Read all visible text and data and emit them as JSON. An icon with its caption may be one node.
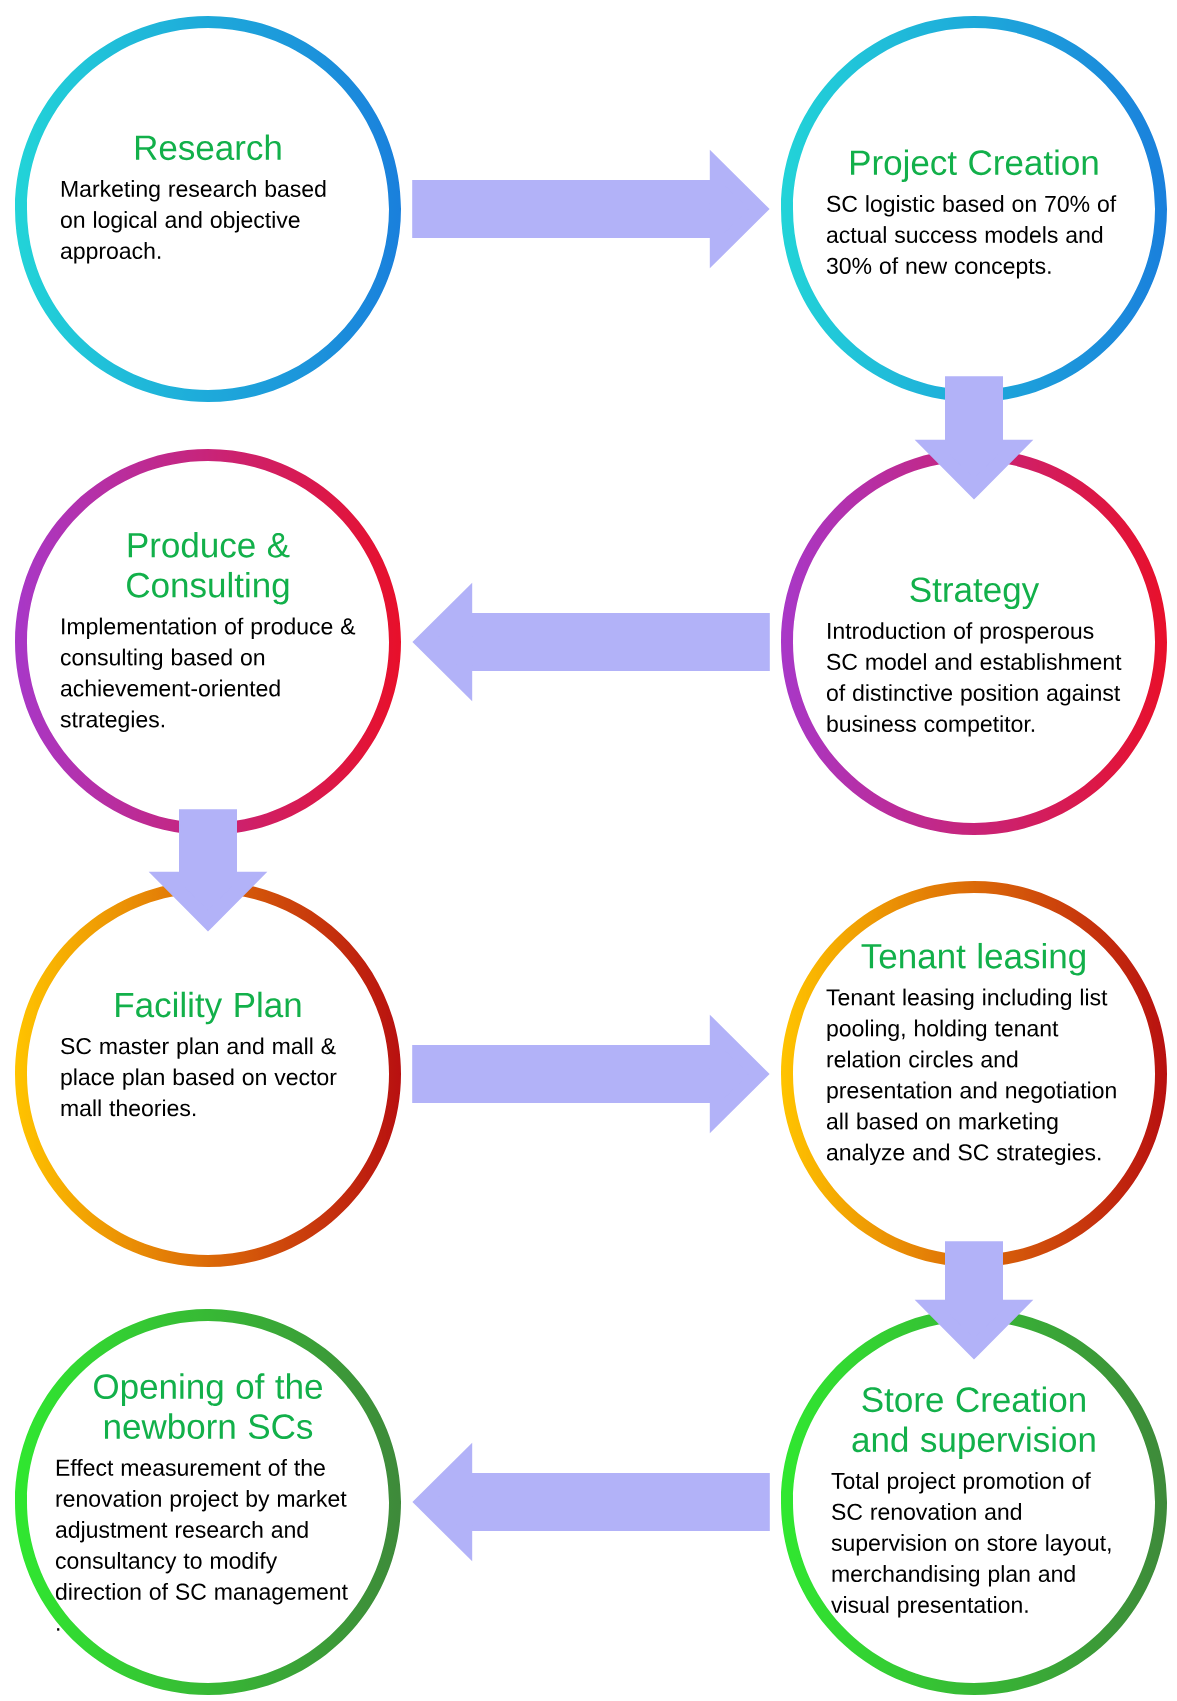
{
  "diagram": {
    "nodes": [
      {
        "text": [
          "Research",
          "Marketing research based on logical and objective approach."
        ]
      },
      {
        "text": [
          "Project Creation",
          "SC logistic based on 70% of actual success models and 30% of new concepts."
        ]
      },
      {
        "text": [
          "Produce & Consulting",
          "Implementation of produce & consulting based on achievement-oriented strategies."
        ]
      },
      {
        "text": [
          "Strategy",
          "Introduction of prosperous SC model and establishment of distinctive position against business competitor."
        ]
      },
      {
        "text": [
          "Facility Plan",
          "SC master plan and mall & place plan based on vector mall theories."
        ]
      },
      {
        "text": [
          "Tenant leasing",
          "Tenant leasing including list pooling, holding tenant relation circles and presentation and negotiation all based on marketing analyze and SC strategies."
        ]
      },
      {
        "text": [
          "Opening of the newborn SCs",
          "Effect measurement of the renovation project by market adjustment research and consultancy to modify direction of SC management ."
        ]
      },
      {
        "text": [
          "Store Creation and supervision",
          "Total project promotion of SC renovation and supervision on store layout, merchandising plan and visual presentation."
        ]
      }
    ],
    "edges": [
      {
        "from": 0,
        "to": 1,
        "arrow": "to"
      },
      {
        "from": 1,
        "to": 3,
        "arrow": "to"
      },
      {
        "from": 3,
        "to": 2,
        "arrow": "to"
      },
      {
        "from": 2,
        "to": 4,
        "arrow": "to"
      },
      {
        "from": 4,
        "to": 5,
        "arrow": "to"
      },
      {
        "from": 5,
        "to": 7,
        "arrow": "to"
      },
      {
        "from": 7,
        "to": 6,
        "arrow": "to"
      }
    ]
  }
}
